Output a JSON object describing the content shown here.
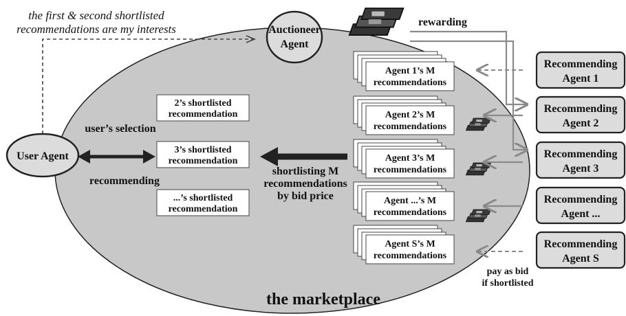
{
  "labels": {
    "user_note_line1": "the first & second shortlisted",
    "user_note_line2": "recommendations are my interests",
    "rewarding": "rewarding",
    "user_selection": "user’s selection",
    "recommending": "recommending",
    "shortlisting_line1": "shortlisting  M",
    "shortlisting_line2": "recommendations",
    "shortlisting_line3": "by bid price",
    "pay_line1": "pay as bid",
    "pay_line2": "if shortlisted",
    "marketplace": "the marketplace"
  },
  "auctioneer": {
    "line1": "Auctioneer",
    "line2": "Agent"
  },
  "user_agent": "User Agent",
  "shortlisted": [
    {
      "line1": "2’s shortlisted",
      "line2": "recommendation"
    },
    {
      "line1": "3’s shortlisted",
      "line2": "recommendation"
    },
    {
      "line1": "...’s shortlisted",
      "line2": "recommendation"
    }
  ],
  "agent_recs": [
    {
      "line1": "Agent 1’s  M",
      "line2": "recommendations"
    },
    {
      "line1": "Agent 2’s  M",
      "line2": "recommendations"
    },
    {
      "line1": "Agent 3’s  M",
      "line2": "recommendations"
    },
    {
      "line1": "Agent ...’s  M",
      "line2": "recommendations"
    },
    {
      "line1": "Agent S’s  M",
      "line2": "recommendations"
    }
  ],
  "recommending_agents": [
    {
      "line1": "Recommending",
      "line2": "Agent  1"
    },
    {
      "line1": "Recommending",
      "line2": "Agent  2"
    },
    {
      "line1": "Recommending",
      "line2": "Agent  3"
    },
    {
      "line1": "Recommending",
      "line2": "Agent  ..."
    },
    {
      "line1": "Recommending",
      "line2": "Agent  S"
    }
  ],
  "colors": {
    "marketplace_fill": "#c8c8c8",
    "agent_fill": "#dcdcdc",
    "arrow_dark": "#222222",
    "arrow_gray": "#8a8a8a"
  }
}
